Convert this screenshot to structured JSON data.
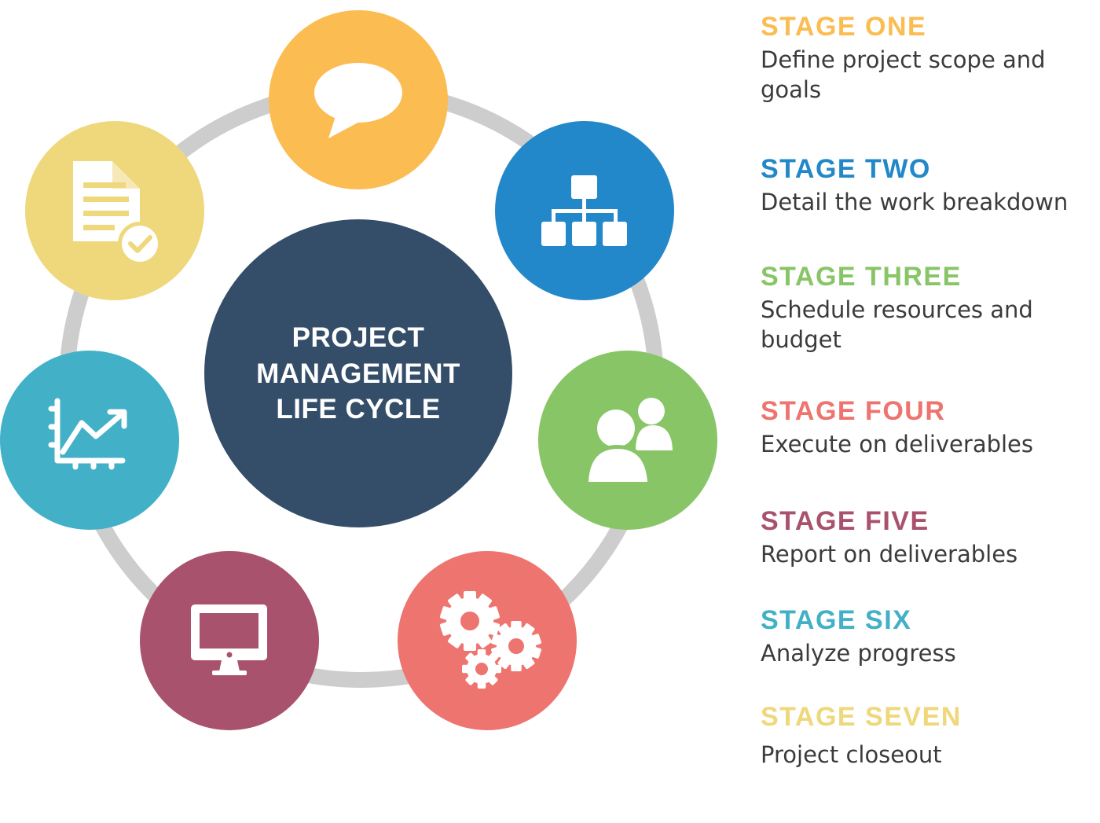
{
  "center": {
    "lines": [
      "PROJECT",
      "MANAGEMENT",
      "LIFE CYCLE"
    ]
  },
  "colors": {
    "ring": "#cdcdcd",
    "center": "#344e69",
    "text": "#3b3b3b"
  },
  "stages": [
    {
      "title": "STAGE ONE",
      "desc": "Define project scope and goals",
      "color": "#fbbc51",
      "icon": "speech-bubble-icon"
    },
    {
      "title": "STAGE TWO",
      "desc": "Detail the work breakdown",
      "color": "#2288c9",
      "icon": "org-chart-icon"
    },
    {
      "title": "STAGE THREE",
      "desc": "Schedule resources and budget",
      "color": "#88c567",
      "icon": "people-icon"
    },
    {
      "title": "STAGE FOUR",
      "desc": "Execute on deliverables",
      "color": "#ee7470",
      "icon": "gears-icon"
    },
    {
      "title": "STAGE FIVE",
      "desc": "Report on deliverables",
      "color": "#a9526d",
      "icon": "monitor-icon"
    },
    {
      "title": "STAGE SIX",
      "desc": "Analyze progress",
      "color": "#42b0c7",
      "icon": "trend-chart-icon"
    },
    {
      "title": "STAGE SEVEN",
      "desc": "Project closeout",
      "color": "#efd77b",
      "icon": "document-check-icon"
    }
  ]
}
